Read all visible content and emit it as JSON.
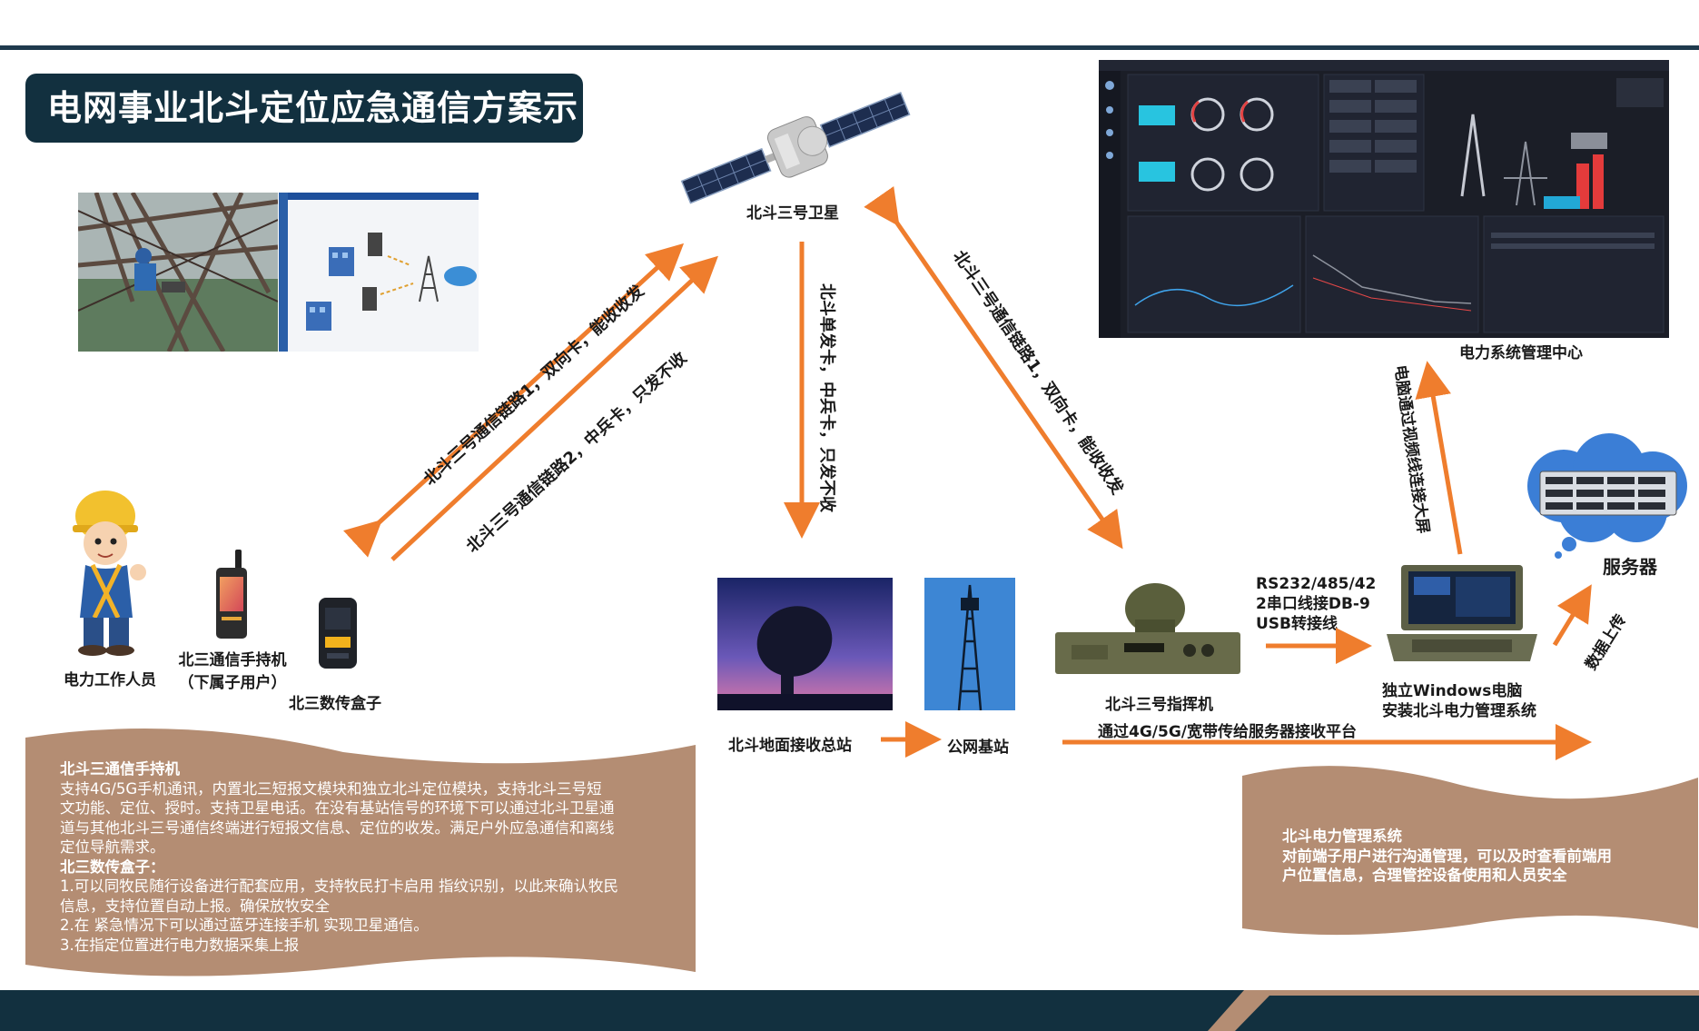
{
  "title": "电网事业北斗定位应急通信方案示意",
  "nodes": {
    "satellite": "北斗三号卫星",
    "worker": "电力工作人员",
    "handset": [
      "北三通信手持机",
      "（下属子用户）"
    ],
    "databox": "北三数传盒子",
    "ground_station": "北斗地面接收总站",
    "public_station": "公网基站",
    "commander": "北斗三号指挥机",
    "computer": [
      "独立Windows电脑",
      "安装北斗电力管理系统"
    ],
    "server": "服务器",
    "center": "电力系统管理中心",
    "serial": [
      "RS232/485/42",
      "2串口线接DB-9",
      "USB转接线"
    ],
    "network_link": "通过4G/5G/宽带传给服务器接收平台"
  },
  "links": {
    "link1_left": "北斗三号通信链路1，双向卡，能收收发",
    "link2_left": "北斗三号通信链路2，中兵卡，只发不收",
    "single_down": "北斗单发卡，中兵卡，只发不收",
    "link1_right": "北斗三号通信链路1，双向卡，能收收发",
    "video": "电脑通过视频线连接大屏",
    "upload": "数据上传"
  },
  "left_desc": {
    "h1": "北斗三通信手持机",
    "p1": [
      "支持4G/5G手机通讯，内置北三短报文模块和独立北斗定位模块，支持北斗三号短",
      "文功能、定位、授时。支持卫星电话。在没有基站信号的环境下可以通过北斗卫星通",
      "道与其他北斗三号通信终端进行短报文信息、定位的收发。满足户外应急通信和离线",
      "定位导航需求。"
    ],
    "h2": "北三数传盒子：",
    "p2": [
      "1.可以同牧民随行设备进行配套应用，支持牧民打卡启用 指纹识别，以此来确认牧民",
      "信息，支持位置自动上报。确保放牧安全",
      "2.在 紧急情况下可以通过蓝牙连接手机 实现卫星通信。",
      "3.在指定位置进行电力数据采集上报"
    ]
  },
  "right_desc": {
    "h": "北斗电力管理系统",
    "p": [
      "对前端子用户进行沟通管理，可以及时查看前端用",
      "户位置信息，合理管控设备使用和人员安全"
    ]
  },
  "colors": {
    "arrow": "#ef7d2d",
    "blob": "#b48d73",
    "navy": "#12303f"
  }
}
